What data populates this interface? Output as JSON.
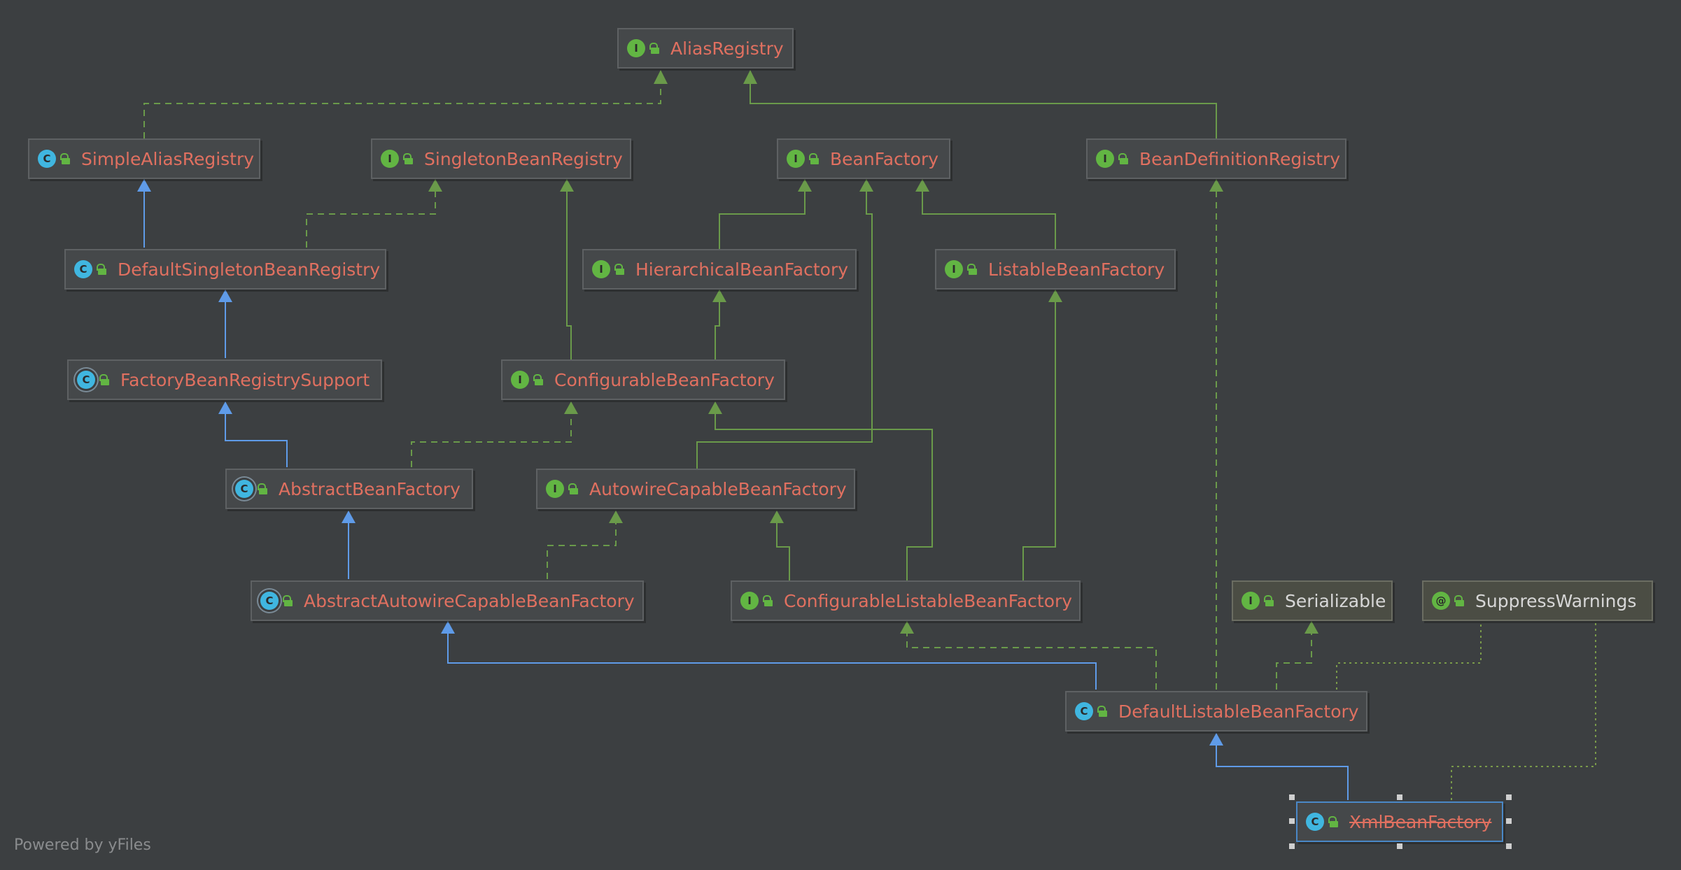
{
  "nodes": {
    "alias_registry": {
      "name": "AliasRegistry",
      "badge": "I"
    },
    "simple_alias_registry": {
      "name": "SimpleAliasRegistry",
      "badge": "C"
    },
    "singleton_bean_registry": {
      "name": "SingletonBeanRegistry",
      "badge": "I"
    },
    "bean_factory": {
      "name": "BeanFactory",
      "badge": "I"
    },
    "bean_definition_registry": {
      "name": "BeanDefinitionRegistry",
      "badge": "I"
    },
    "default_singleton_bean_registry": {
      "name": "DefaultSingletonBeanRegistry",
      "badge": "C"
    },
    "hierarchical_bean_factory": {
      "name": "HierarchicalBeanFactory",
      "badge": "I"
    },
    "listable_bean_factory": {
      "name": "ListableBeanFactory",
      "badge": "I"
    },
    "factory_bean_registry_support": {
      "name": "FactoryBeanRegistrySupport",
      "badge": "C"
    },
    "configurable_bean_factory": {
      "name": "ConfigurableBeanFactory",
      "badge": "I"
    },
    "abstract_bean_factory": {
      "name": "AbstractBeanFactory",
      "badge": "C"
    },
    "autowire_capable_bean_factory": {
      "name": "AutowireCapableBeanFactory",
      "badge": "I"
    },
    "abstract_autowire_capable_bean_factory": {
      "name": "AbstractAutowireCapableBeanFactory",
      "badge": "C"
    },
    "configurable_listable_bean_factory": {
      "name": "ConfigurableListableBeanFactory",
      "badge": "I"
    },
    "serializable": {
      "name": "Serializable",
      "badge": "I"
    },
    "suppress_warnings": {
      "name": "SuppressWarnings",
      "badge": "@"
    },
    "default_listable_bean_factory": {
      "name": "DefaultListableBeanFactory",
      "badge": "C"
    },
    "xml_bean_factory": {
      "name": "XmlBeanFactory",
      "badge": "C"
    }
  },
  "colors": {
    "background": "#3c3f41",
    "extends_edge": "#5f9be8",
    "implements_edge": "#6a9a4a",
    "annotation_edge": "#7a9a4a",
    "project_label": "#e07060",
    "library_label": "#d7d7d7"
  },
  "footer": "Powered by yFiles"
}
